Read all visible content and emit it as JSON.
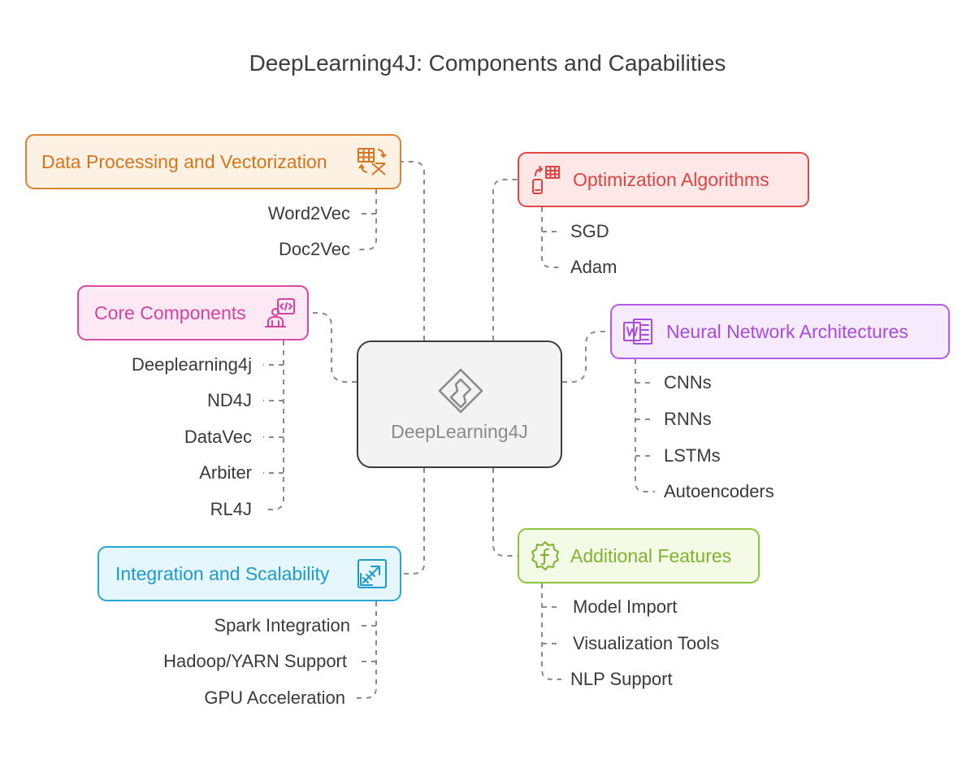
{
  "title": "DeepLearning4J: Components and Capabilities",
  "center": {
    "label": "DeepLearning4J",
    "icon": "diamond-logo-icon"
  },
  "branches": {
    "data_processing": {
      "label": "Data Processing and Vectorization",
      "icon": "table-transform-icon",
      "color": "#dd832f",
      "items": [
        "Word2Vec",
        "Doc2Vec"
      ]
    },
    "core_components": {
      "label": "Core Components",
      "icon": "developer-code-icon",
      "color": "#d84aa6",
      "items": [
        "Deeplearning4j",
        "ND4J",
        "DataVec",
        "Arbiter",
        "RL4J"
      ]
    },
    "integration": {
      "label": "Integration and Scalability",
      "icon": "scale-arrow-icon",
      "color": "#26a8d6",
      "items": [
        "Spark Integration",
        "Hadoop/YARN Support",
        "GPU Acceleration"
      ]
    },
    "optimization": {
      "label": "Optimization Algorithms",
      "icon": "mobile-grid-icon",
      "color": "#e04848",
      "items": [
        "SGD",
        "Adam"
      ]
    },
    "neural_networks": {
      "label": "Neural Network Architectures",
      "icon": "word-document-icon",
      "color": "#b65ce4",
      "items": [
        "CNNs",
        "RNNs",
        "LSTMs",
        "Autoencoders"
      ]
    },
    "additional": {
      "label": "Additional Features",
      "icon": "function-gear-icon",
      "color": "#8fc33e",
      "items": [
        "Model Import",
        "Visualization Tools",
        "NLP Support"
      ]
    }
  }
}
